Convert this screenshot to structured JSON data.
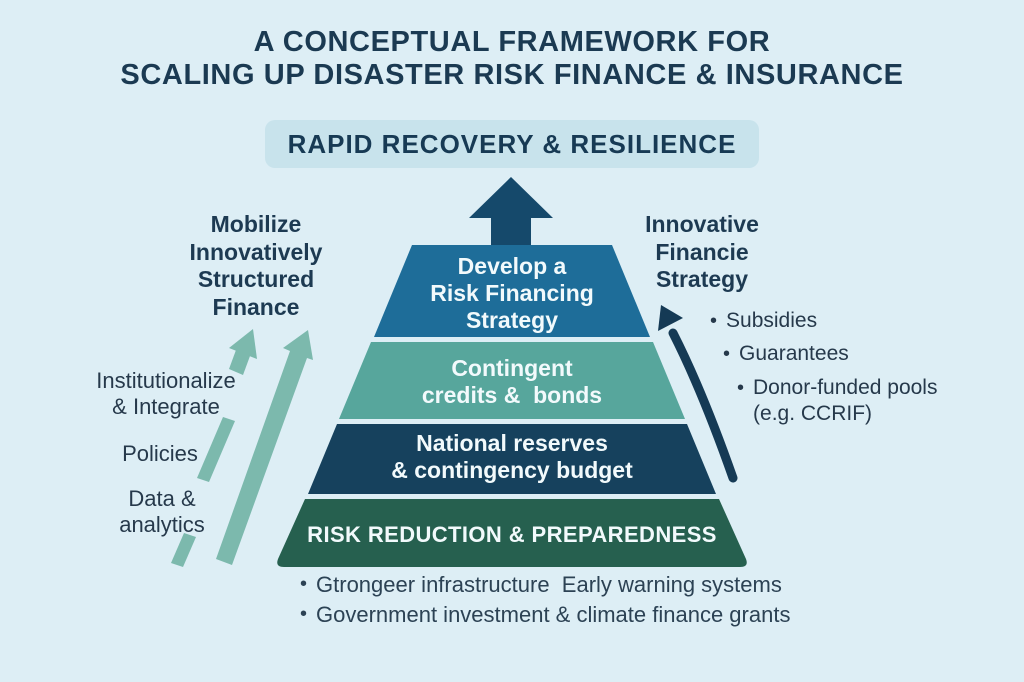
{
  "title": {
    "line1": "A CONCEPTUAL FRAMEWORK FOR",
    "line2": "SCALING UP DISASTER RISK FINANCE & INSURANCE"
  },
  "banner": {
    "label": "RAPID RECOVERY & RESILIENCE"
  },
  "left_annotation": {
    "heading": "Mobilize\nInnovatively\nStructured\nFinance",
    "items": [
      "Institutionalize\n& Integrate",
      "Policies",
      "Data &\nanalytics"
    ]
  },
  "right_annotation": {
    "heading": "Innovative\nFinancie\nStrategy",
    "bullets": [
      "Subsidies",
      "Guarantees",
      "Donor-funded pools\n(e.g. CCRIF)"
    ]
  },
  "pyramid": {
    "tiers": [
      {
        "label": "Develop a\nRisk Financing\nStrategy",
        "color": "#1e6d99"
      },
      {
        "label": "Contingent\ncredits &  bonds",
        "color": "#57a69c"
      },
      {
        "label": "National reserves\n& contingency budget",
        "color": "#16415d"
      },
      {
        "label": "RISK REDUCTION & PREPAREDNESS",
        "color": "#26604f"
      }
    ]
  },
  "footer_bullets": [
    "Gtrongeer infrastructure  Early warning systems",
    "Government investment & climate finance grants"
  ],
  "colors": {
    "background": "#ddeef5",
    "banner_bg": "#c8e3ec",
    "title_text": "#1b3a52",
    "tier_text": "#f2fafc",
    "up_arrow": "#15496b",
    "teal_arrow": "#7cb9ad",
    "curved_arrow": "#153a55",
    "body_text": "#26394b"
  }
}
